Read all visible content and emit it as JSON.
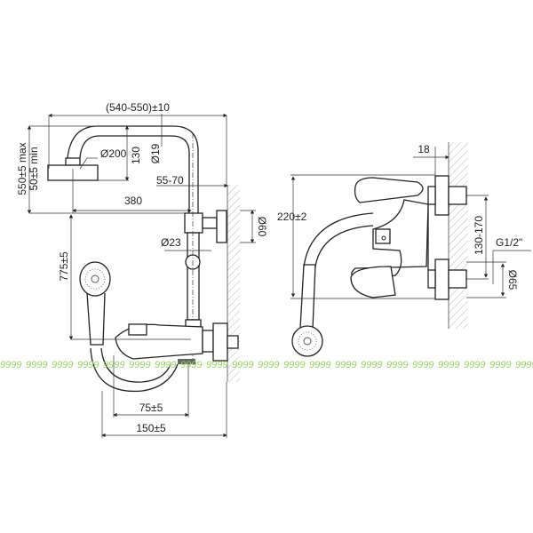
{
  "title": "Shower mixer technical drawing",
  "left_view": {
    "overall_width": "(540-550)±10",
    "height_max": "550±5 max",
    "height_min": "50±5 min",
    "head_diameter": "Ø200",
    "head_drop": "130",
    "pipe_diameter": "Ø19",
    "wall_offset": "55-70",
    "reach": "380",
    "flange_diameter": "Ø60",
    "bar_diameter": "Ø23",
    "bar_height": "775±5",
    "spout_length": "75±5",
    "projection": "150±5"
  },
  "right_view": {
    "flange_depth": "18",
    "height": "220±2",
    "centers": "130-170",
    "thread": "G1/2\"",
    "flange_diameter": "Ø65"
  },
  "watermark": "9999"
}
